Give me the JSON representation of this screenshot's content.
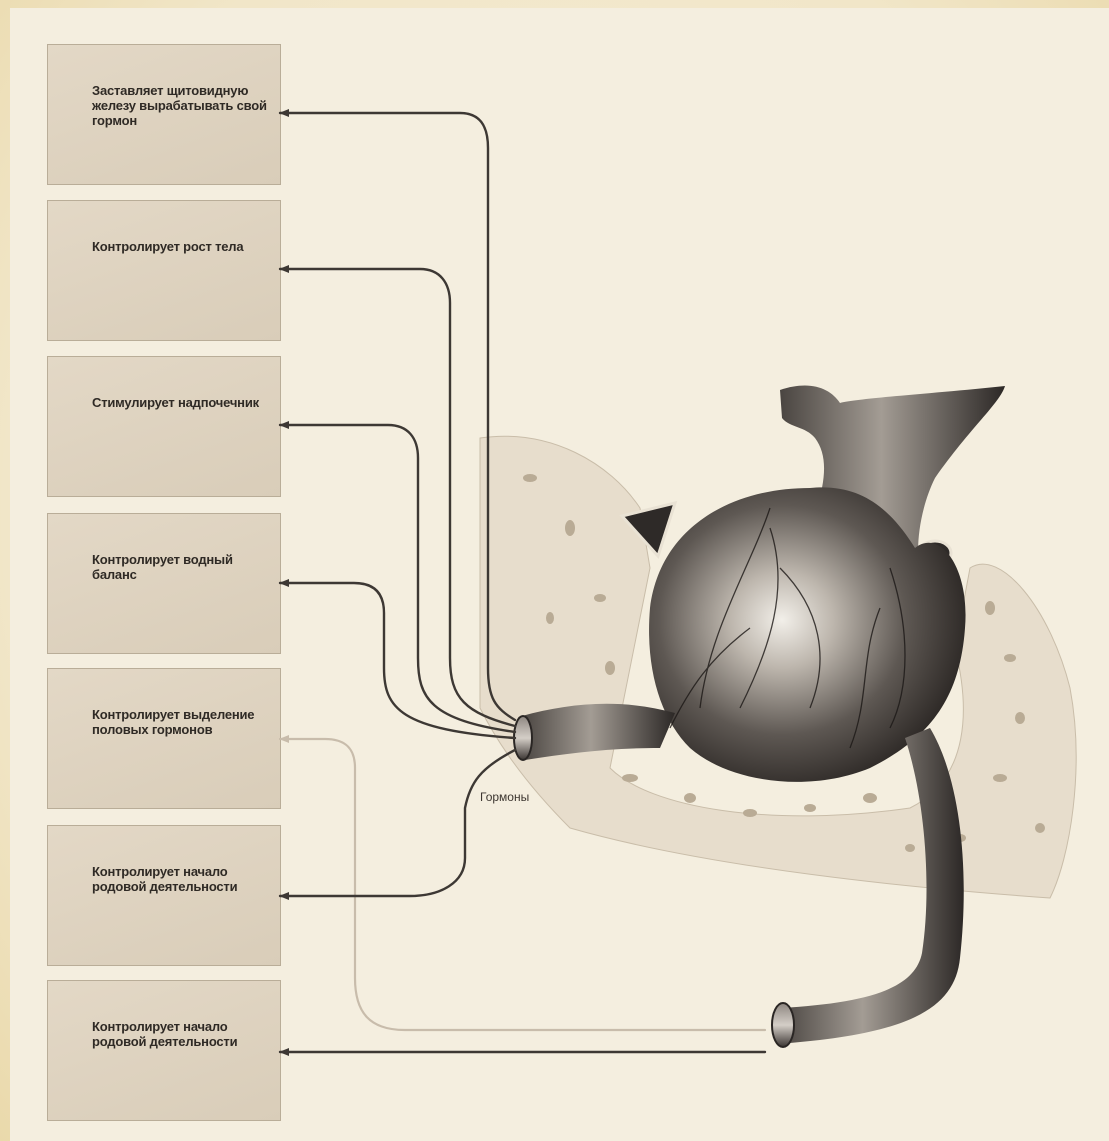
{
  "effects": [
    {
      "label": "Заставляет щитовидную железу вырабатывать свой гормон"
    },
    {
      "label": "Контролирует рост тела"
    },
    {
      "label": "Стимулирует надпочечник"
    },
    {
      "label": "Контролирует водный баланс"
    },
    {
      "label": "Контролирует выделение половых гормонов"
    },
    {
      "label": "Контролирует начало родовой деятельности"
    },
    {
      "label": "Контролирует начало родовой деятельности"
    }
  ],
  "hormones_label": "Гормоны",
  "colors": {
    "background_outer": "#f1e6c8",
    "panel": "#f4eedf",
    "box_fill": "#ddd1bf",
    "arrow_dark": "#3d3834",
    "arrow_light": "#c8bcab"
  }
}
